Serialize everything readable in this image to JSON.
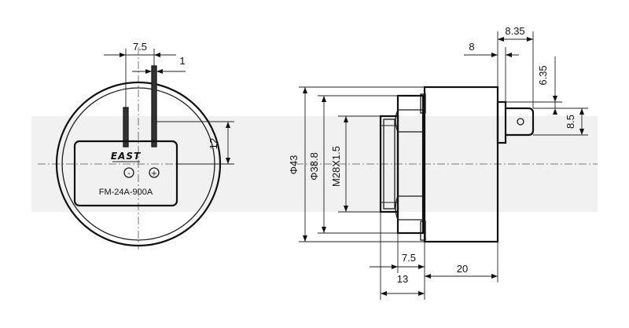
{
  "front_view": {
    "label": {
      "brand": "EAST",
      "model": "FM-24A-900A",
      "terminal_minus": "-",
      "terminal_plus": "+"
    },
    "dims": {
      "pin_spacing": "7.5",
      "pin_width": "1",
      "pin_height": "12"
    }
  },
  "side_view": {
    "dims": {
      "terminal_thickness": "8",
      "terminal_length": "8.35",
      "terminal_offset": "6.35",
      "terminal_hole": "8.5",
      "outer_diameter": "Φ43",
      "body_diameter": "Φ38.8",
      "thread": "M28X1.5",
      "thread_length": "7.5",
      "front_length": "13",
      "body_length": "20"
    }
  }
}
